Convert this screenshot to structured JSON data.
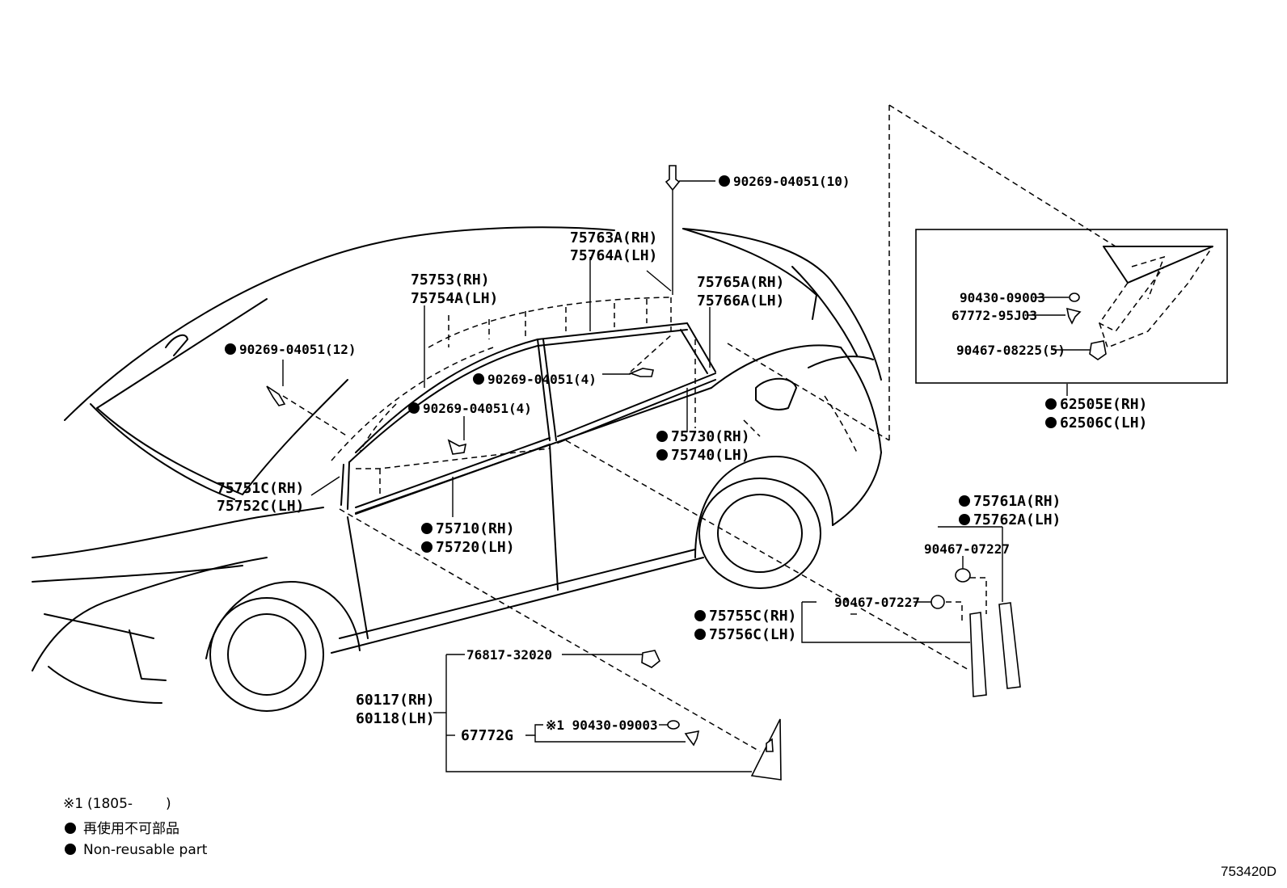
{
  "diagram_code": "753420D",
  "labels": {
    "p90269_10": "90269-04051(10)",
    "p75763a": "75763A(RH)",
    "p75764a": "75764A(LH)",
    "p75753": "75753(RH)",
    "p75754a": "75754A(LH)",
    "p75765a": "75765A(RH)",
    "p75766a": "75766A(LH)",
    "p90269_12": "90269-04051(12)",
    "p90269_4a": "90269-04051(4)",
    "p90269_4b": "90269-04051(4)",
    "p75730": "75730(RH)",
    "p75740": "75740(LH)",
    "p75751c": "75751C(RH)",
    "p75752c": "75752C(LH)",
    "p75710": "75710(RH)",
    "p75720": "75720(LH)",
    "p90430_box": "90430-09003",
    "p67772_95j03": "67772-95J03",
    "p90467_08225": "90467-08225(5)",
    "p62505e": "62505E(RH)",
    "p62506c": "62506C(LH)",
    "p75761a": "75761A(RH)",
    "p75762a": "75762A(LH)",
    "p90467_07227a": "90467-07227",
    "p90467_07227b": "90467-07227",
    "p75755c": "75755C(RH)",
    "p75756c": "75756C(LH)",
    "p76817": "76817-32020",
    "p60117": "60117(RH)",
    "p60118": "60118(LH)",
    "p67772g": "67772G",
    "p90430_note": "※1 90430-09003"
  },
  "legend": {
    "note_mark": "※1",
    "note_range": "(1805-",
    "note_close": ")",
    "non_reusable_jp": "再使用不可部品",
    "non_reusable_en": "Non-reusable part"
  }
}
